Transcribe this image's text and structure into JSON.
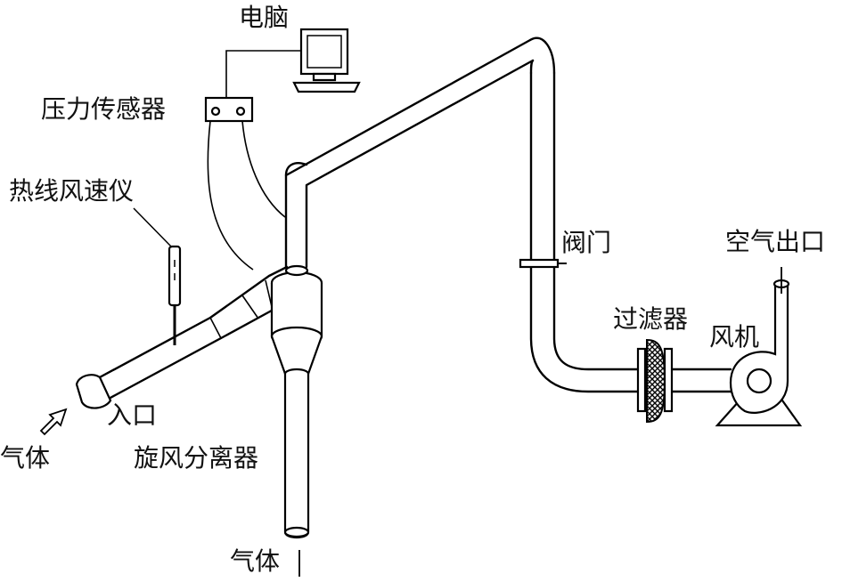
{
  "labels": {
    "computer": "电脑",
    "pressure_sensor": "压力传感器",
    "hot_wire_anemometer": "热线风速仪",
    "valve": "阀门",
    "air_outlet": "空气出口",
    "filter": "过滤器",
    "fan": "风机",
    "inlet": "入口",
    "gas_in": "气体",
    "cyclone": "旋风分离器",
    "gas_out": "气体"
  },
  "colors": {
    "line": "#000000",
    "background": "#ffffff",
    "text": "#111111"
  }
}
